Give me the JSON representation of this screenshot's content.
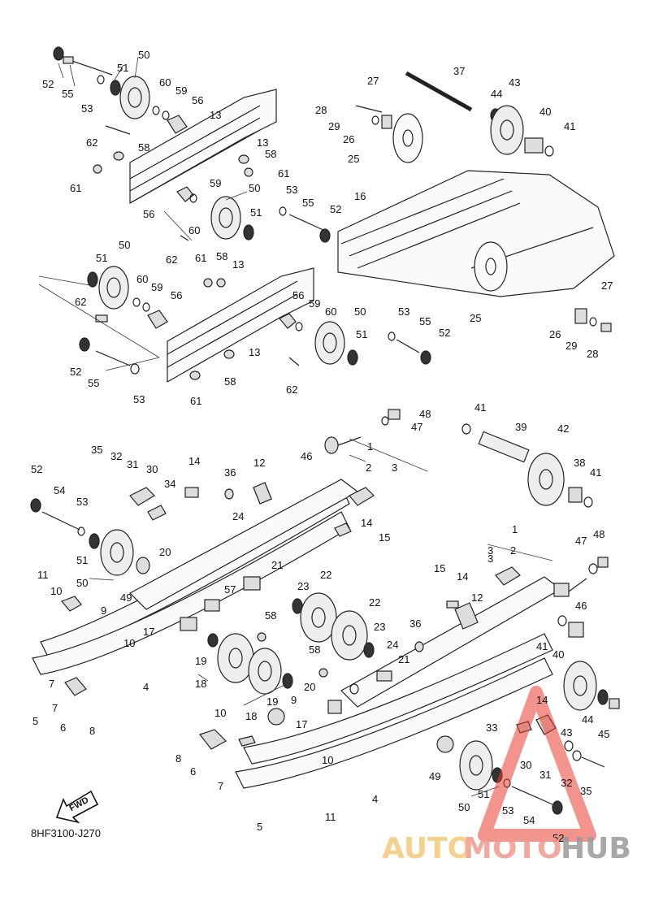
{
  "diagram": {
    "code": "8HF3100-J270",
    "forward_label": "FWD",
    "parts": [
      "1",
      "2",
      "3",
      "4",
      "5",
      "6",
      "7",
      "8",
      "9",
      "10",
      "11",
      "12",
      "13",
      "14",
      "15",
      "16",
      "17",
      "18",
      "19",
      "20",
      "21",
      "22",
      "23",
      "24",
      "25",
      "26",
      "27",
      "28",
      "29",
      "30",
      "31",
      "32",
      "33",
      "34",
      "35",
      "36",
      "37",
      "38",
      "39",
      "40",
      "41",
      "42",
      "43",
      "44",
      "45",
      "46",
      "47",
      "48",
      "49",
      "50",
      "51",
      "52",
      "53",
      "54",
      "55",
      "56",
      "57",
      "58",
      "59",
      "60",
      "61",
      "62"
    ]
  },
  "watermark": {
    "part1": "AUTO",
    "part2": "MOTO",
    "part3": "HUB",
    "colors": {
      "auto": "#f3c97a",
      "moto": "#f09a8e",
      "hub": "#9a9a9a",
      "triangle": "#e83a2e"
    }
  }
}
